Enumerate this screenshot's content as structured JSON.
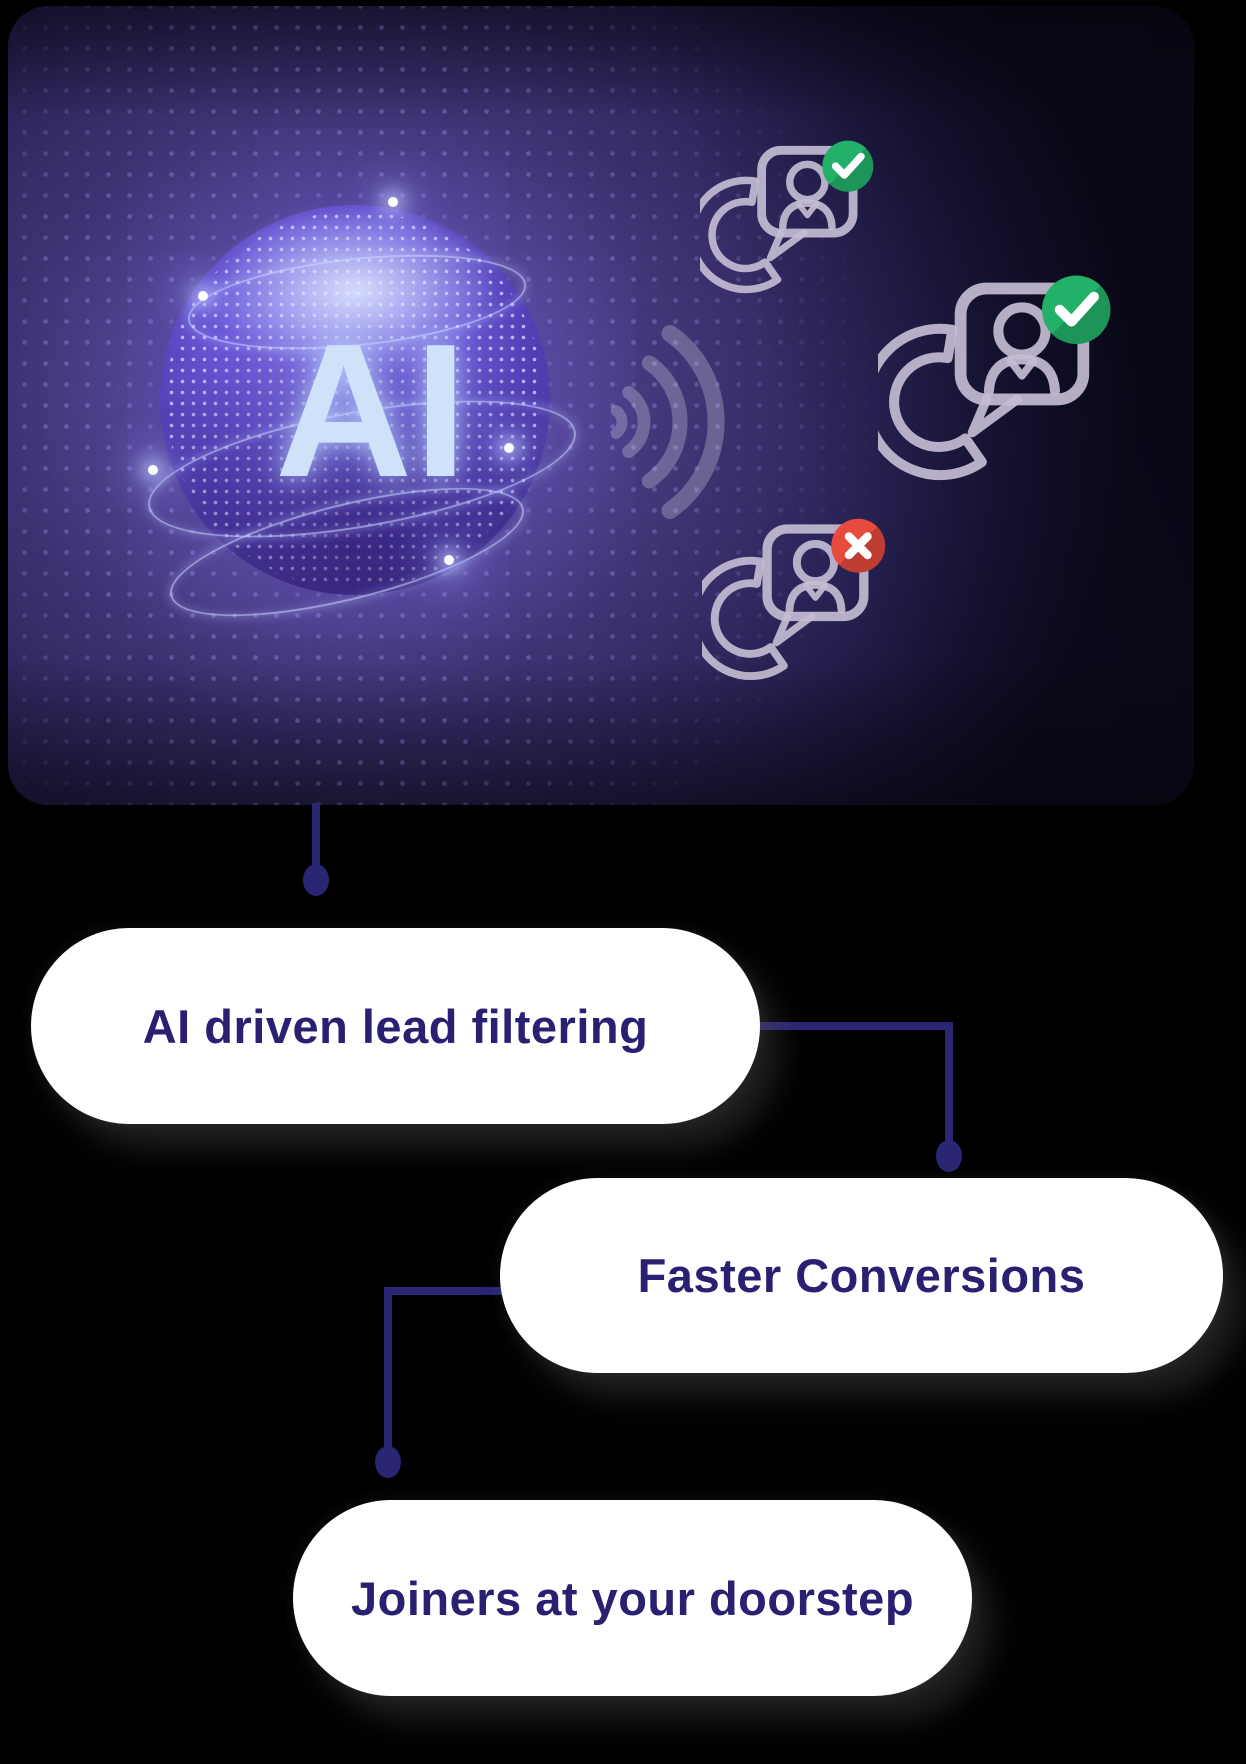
{
  "hero": {
    "globe_label": "AI",
    "icons": [
      {
        "name": "phone-contact-icon",
        "badge": "approved"
      },
      {
        "name": "phone-contact-icon",
        "badge": "approved"
      },
      {
        "name": "phone-contact-icon",
        "badge": "rejected"
      }
    ],
    "decorations": [
      "sound-waves-icon",
      "dotted-particle-halo",
      "ai-dot-globe"
    ]
  },
  "flow": {
    "steps": [
      {
        "label": "AI driven lead filtering"
      },
      {
        "label": "Faster Conversions"
      },
      {
        "label": "Joiners at your doorstep"
      }
    ]
  },
  "colors": {
    "page_bg": "#000000",
    "connector": "#2b2673",
    "pill_bg": "#ffffff",
    "pill_text": "#2a2072",
    "badge_approved": "#23b169",
    "badge_rejected": "#e84a3e",
    "hero_glow": "#5a4d9b",
    "ai_text": "#cfe2fa",
    "icon_stroke": "#c3bcd2"
  }
}
